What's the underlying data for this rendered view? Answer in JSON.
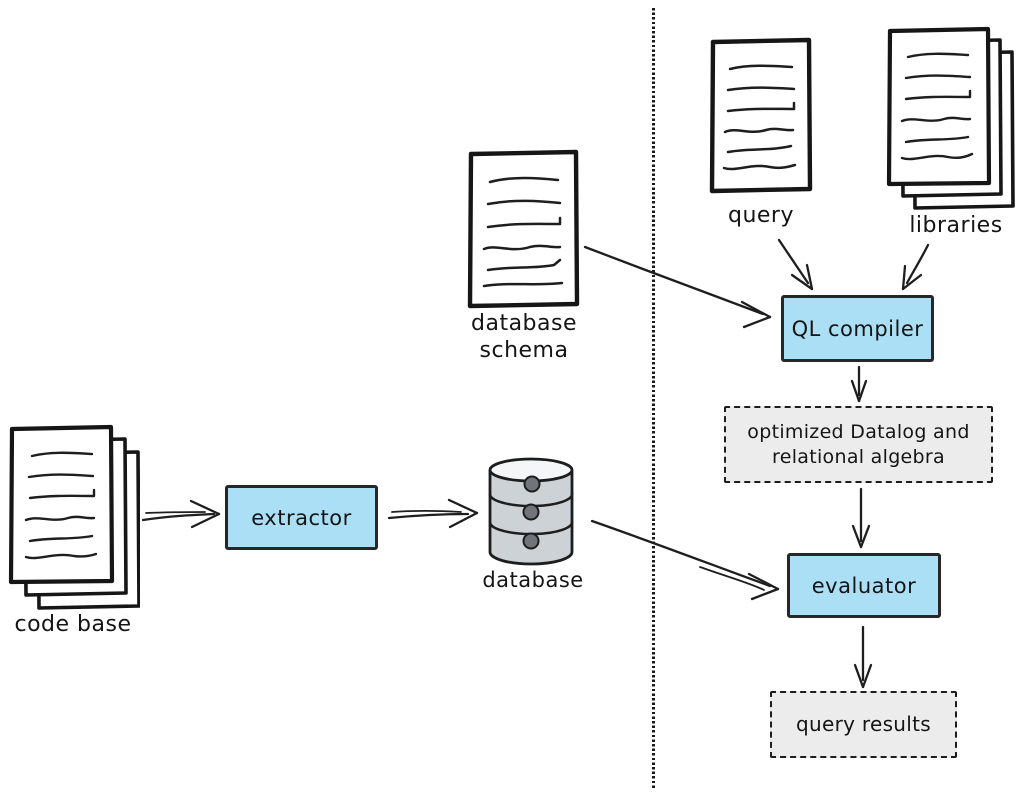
{
  "diagram": {
    "title_hint": "code analysis pipeline flow diagram",
    "colors": {
      "process_fill": "#abdff5",
      "artifact_fill": "#ececec",
      "stroke": "#1e1e1e",
      "database_fill": "#cdd2d6",
      "background": "#ffffff"
    },
    "divider": {
      "style": "vertical-dotted"
    },
    "nodes": {
      "code_base": {
        "label": "code base",
        "icon": "document-stack-icon"
      },
      "extractor": {
        "label": "extractor",
        "type": "process"
      },
      "database": {
        "label": "database",
        "icon": "database-cylinder-icon"
      },
      "database_schema": {
        "label_line1": "database",
        "label_line2": "schema",
        "icon": "document-icon"
      },
      "query": {
        "label": "query",
        "icon": "document-icon"
      },
      "libraries": {
        "label": "libraries",
        "icon": "document-stack-icon"
      },
      "ql_compiler": {
        "label": "QL compiler",
        "type": "process"
      },
      "optimized": {
        "label_line1": "optimized Datalog and",
        "label_line2": "relational algebra",
        "type": "artifact"
      },
      "evaluator": {
        "label": "evaluator",
        "type": "process"
      },
      "query_results": {
        "label": "query results",
        "type": "artifact"
      }
    },
    "edges": [
      {
        "from": "code base",
        "to": "extractor"
      },
      {
        "from": "extractor",
        "to": "database"
      },
      {
        "from": "database",
        "to": "evaluator"
      },
      {
        "from": "database schema",
        "to": "QL compiler"
      },
      {
        "from": "query",
        "to": "QL compiler"
      },
      {
        "from": "libraries",
        "to": "QL compiler"
      },
      {
        "from": "QL compiler",
        "to": "optimized Datalog and relational algebra"
      },
      {
        "from": "optimized Datalog and relational algebra",
        "to": "evaluator"
      },
      {
        "from": "evaluator",
        "to": "query results"
      }
    ]
  }
}
